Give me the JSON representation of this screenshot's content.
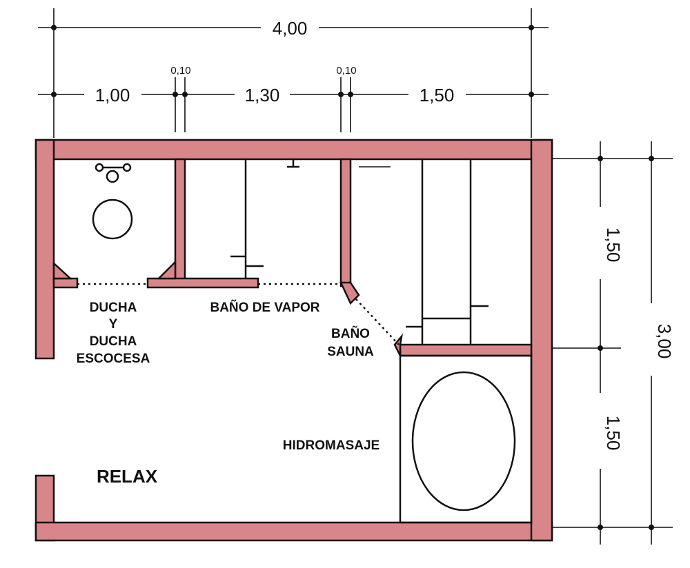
{
  "dimensions": {
    "total_width": "4,00",
    "shower_width": "1,00",
    "wall_gap_1": "0,10",
    "steam_width": "1,30",
    "wall_gap_2": "0,10",
    "sauna_width": "1,50",
    "upper_height": "1,50",
    "lower_height": "1,50",
    "total_height": "3,00"
  },
  "rooms": {
    "shower_line1": "DUCHA",
    "shower_line2": "Y",
    "shower_line3": "DUCHA",
    "shower_line4": "ESCOCESA",
    "steam": "BAÑO DE VAPOR",
    "sauna_line1": "BAÑO",
    "sauna_line2": "SAUNA",
    "hydromassage": "HIDROMASAJE",
    "relax": "RELAX"
  },
  "colors": {
    "wall_fill": "#d9868a",
    "line": "#111111",
    "background": "#ffffff"
  }
}
